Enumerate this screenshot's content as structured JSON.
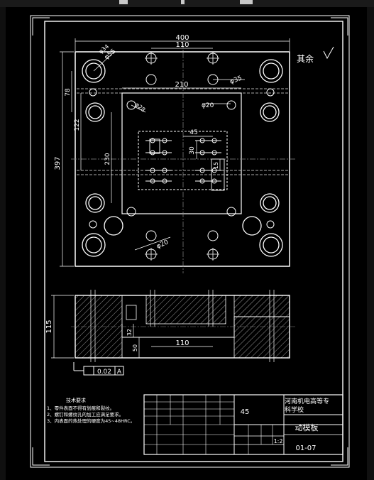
{
  "dimensions": {
    "width_400": "400",
    "width_110": "110",
    "width_210": "210",
    "height_397": "397",
    "dim_78": "78",
    "dim_122": "122",
    "dim_230": "230",
    "dim_45": "45",
    "dim_30": "30",
    "dim_15": "15",
    "dia_55": "φ55",
    "dia_34": "φ34",
    "dia_35": "φ35",
    "dia_20": "φ20",
    "dia_28": "φ28",
    "dia_20_b": "φ20",
    "section_height_115": "115",
    "section_width_110": "110",
    "section_dim_32": "32",
    "section_dim_50": "50",
    "tolerance_value": "0.02",
    "datum_letter": "A"
  },
  "surface_note": "其余",
  "notes": {
    "heading": "技术要求",
    "items": [
      "1、零件表面不得有划痕和裂纹。",
      "2、螺钉和螺纹孔的加工应满足要求。",
      "3、内表面的热处理的硬度为45~48HRC。"
    ]
  },
  "title_block": {
    "material": "45",
    "school_line1": "河南机电高等专",
    "school_line2": "科学校",
    "part_name": "动模板",
    "scale": "1:2",
    "drawing_number": "01-07"
  }
}
